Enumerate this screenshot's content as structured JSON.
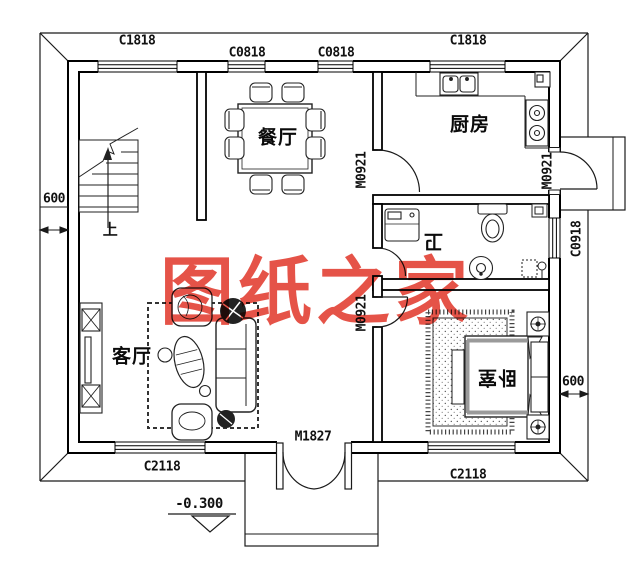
{
  "drawing": {
    "watermark": "图纸之家",
    "level_marker": "-0.300",
    "stairs_up": "上"
  },
  "rooms": {
    "dining": "餐厅",
    "kitchen": "厨房",
    "living": "客厅",
    "bath": "卫",
    "bedroom": "卧室"
  },
  "windows": {
    "top_left": "C1818",
    "top_mid_left": "C0818",
    "top_mid_right": "C0818",
    "top_right": "C1818",
    "bath_right": "C0918",
    "bottom_left": "C2118",
    "bottom_right": "C2118"
  },
  "doors": {
    "kitchen_inner": "M0921",
    "kitchen_outer": "M0921",
    "bath": "M0921",
    "entrance": "M1827"
  },
  "dimensions": {
    "eave_left": "600",
    "eave_right": "600"
  },
  "colors": {
    "watermark": "#e23b2e",
    "line": "#1a1a1a"
  }
}
